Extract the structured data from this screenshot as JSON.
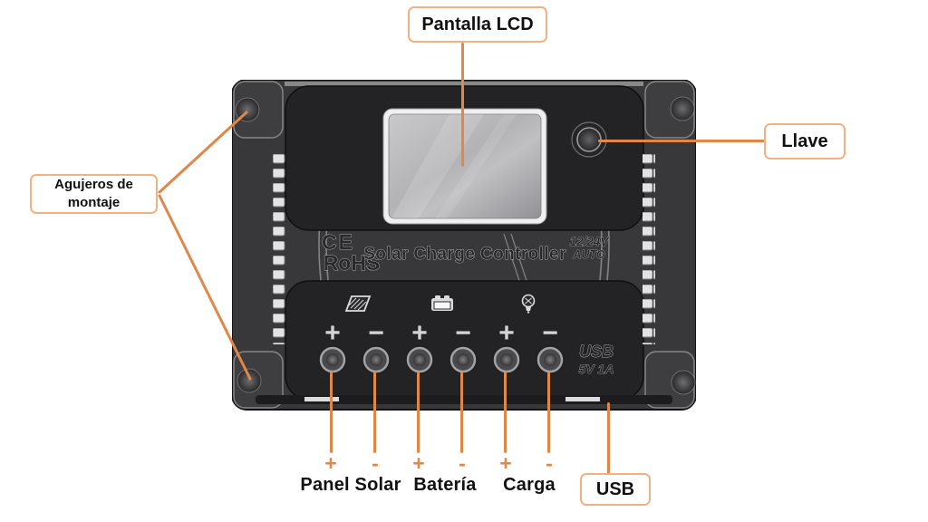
{
  "colors": {
    "accent_line": "#E0874A",
    "label_border": "#F2B183",
    "device_body": "#38383A",
    "device_panel": "#232325",
    "lcd": "#B4B4B6",
    "background": "#FFFFFF",
    "label_text": "#111111"
  },
  "annotations": {
    "pantalla_lcd": "Pantalla LCD",
    "agujeros_de_montaje": "Agujeros de montaje",
    "llave": "Llave",
    "usb": "USB",
    "panel_solar": "Panel Solar",
    "bateria": "Batería",
    "carga": "Carga",
    "polarity_signs": [
      "+",
      "-",
      "+",
      "-",
      "+",
      "-"
    ]
  },
  "device": {
    "ce_mark": "CE",
    "rohs": "RoHS",
    "title": "Solar Charge Controller",
    "voltage": "12/24V",
    "mode": "AUTO",
    "usb_label": "USB",
    "usb_spec": "5V 1A",
    "terminal_signs": [
      "+",
      "−",
      "+",
      "−",
      "+",
      "−"
    ],
    "icons": {
      "solar_panel": "solar-panel-icon",
      "battery": "battery-icon",
      "lamp": "lamp-icon"
    }
  }
}
